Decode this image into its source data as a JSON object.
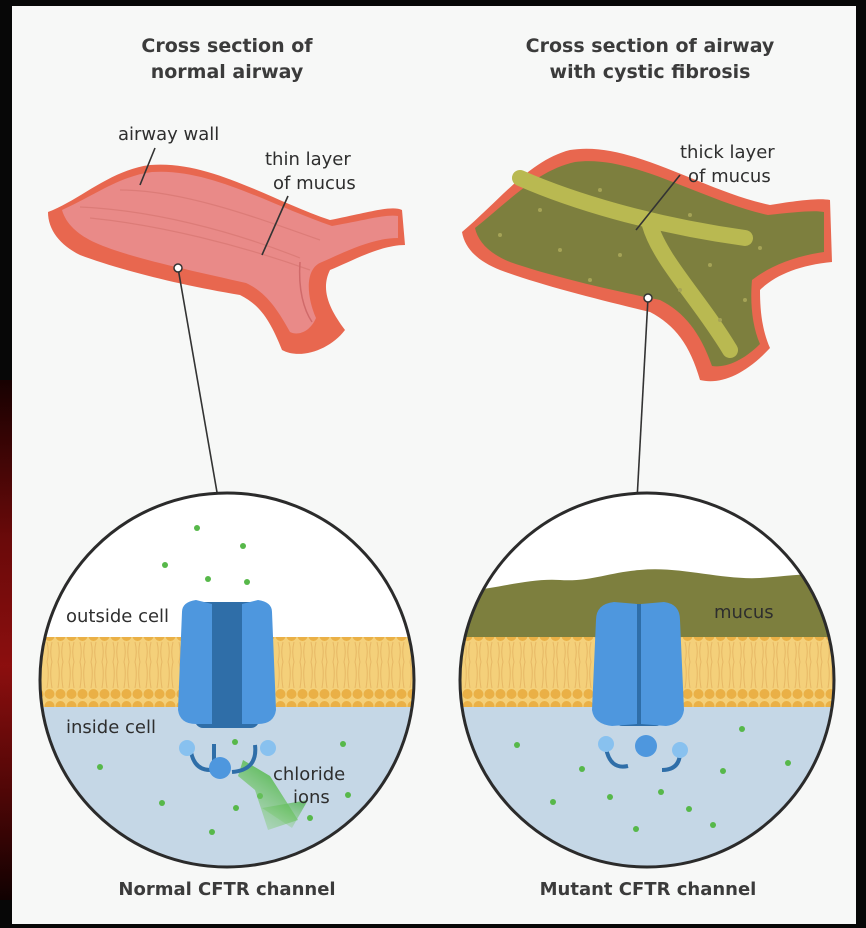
{
  "left": {
    "title_line1": "Cross section of",
    "title_line2": "normal airway",
    "airway_wall_label": "airway wall",
    "mucus_label_line1": "thin layer",
    "mucus_label_line2": "of mucus",
    "outside_label": "outside cell",
    "inside_label": "inside cell",
    "ions_label_line1": "chloride",
    "ions_label_line2": "ions",
    "caption": "Normal CFTR channel"
  },
  "right": {
    "title_line1": "Cross section of airway",
    "title_line2": "with cystic fibrosis",
    "mucus_label_line1": "thick layer",
    "mucus_label_line2": "of mucus",
    "mucus_zoom_label": "mucus",
    "caption": "Mutant CFTR channel"
  },
  "colors": {
    "airway_outer": "#e8674f",
    "airway_inner": "#e98a88",
    "mucus_thick": "#7d7f3e",
    "mucus_highlight": "#b9b951",
    "membrane": "#f1bf4c",
    "cytoplasm": "#c5d7e6",
    "channel": "#4e97de",
    "channel_dark": "#2f6ea8",
    "ion": "#57b84a"
  }
}
